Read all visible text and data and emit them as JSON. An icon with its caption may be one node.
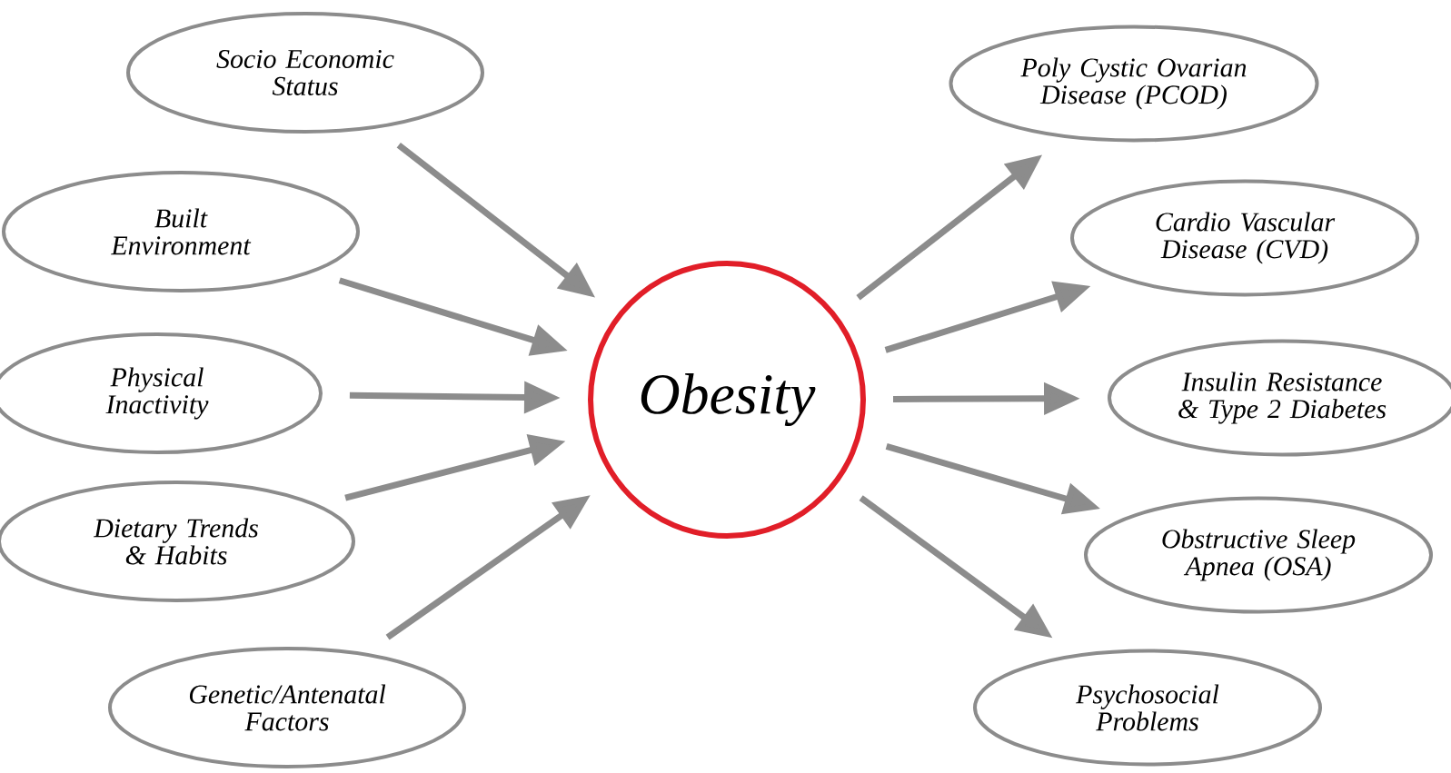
{
  "diagram": {
    "nodes": [
      {
        "text": [
          "Obesity"
        ]
      },
      {
        "text": [
          "Socio Economic Status"
        ]
      },
      {
        "text": [
          "Built Environment"
        ]
      },
      {
        "text": [
          "Physical Inactivity"
        ]
      },
      {
        "text": [
          "Dietary Trends & Habits"
        ]
      },
      {
        "text": [
          "Genetic/Antenatal Factors"
        ]
      },
      {
        "text": [
          "Poly Cystic Ovarian Disease (PCOD)"
        ]
      },
      {
        "text": [
          "Cardio Vascular Disease (CVD)"
        ]
      },
      {
        "text": [
          "Insulin Resistance & Type 2 Diabetes"
        ]
      },
      {
        "text": [
          "Obstructive Sleep Apnea (OSA)"
        ]
      },
      {
        "text": [
          "Psychosocial Problems"
        ]
      }
    ],
    "edges": [
      {
        "from": 1,
        "to": 0,
        "arrow": "to"
      },
      {
        "from": 2,
        "to": 0,
        "arrow": "to"
      },
      {
        "from": 3,
        "to": 0,
        "arrow": "to"
      },
      {
        "from": 4,
        "to": 0,
        "arrow": "to"
      },
      {
        "from": 5,
        "to": 0,
        "arrow": "to"
      },
      {
        "from": 0,
        "to": 6,
        "arrow": "to"
      },
      {
        "from": 0,
        "to": 7,
        "arrow": "to"
      },
      {
        "from": 0,
        "to": 8,
        "arrow": "to"
      },
      {
        "from": 0,
        "to": 9,
        "arrow": "to"
      },
      {
        "from": 0,
        "to": 10,
        "arrow": "to"
      }
    ]
  }
}
